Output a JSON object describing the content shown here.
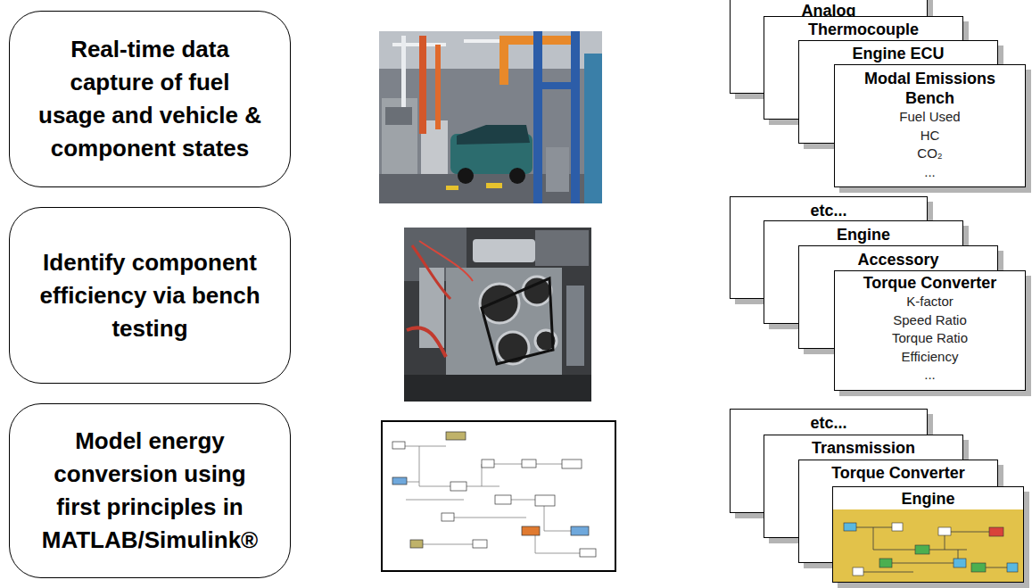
{
  "diagram": {
    "nodes": [
      {
        "text": [
          "Real-time data capture of fuel usage and vehicle & component states"
        ]
      },
      {
        "text": [
          "Analog"
        ]
      },
      {
        "text": [
          "Thermocouple"
        ]
      },
      {
        "text": [
          "Engine ECU"
        ]
      },
      {
        "text": [
          "Modal Emissions Bench",
          "Fuel Used",
          "HC",
          "CO₂",
          "..."
        ]
      },
      {
        "text": [
          "Identify component efficiency via bench testing"
        ]
      },
      {
        "text": [
          "etc..."
        ]
      },
      {
        "text": [
          "Engine"
        ]
      },
      {
        "text": [
          "Accessory"
        ]
      },
      {
        "text": [
          "Torque Converter",
          "K-factor",
          "Speed Ratio",
          "Torque Ratio",
          "Efficiency",
          "..."
        ]
      },
      {
        "text": [
          "Model energy conversion using first principles in MATLAB/Simulink®"
        ]
      },
      {
        "text": [
          "etc..."
        ]
      },
      {
        "text": [
          "Transmission"
        ]
      },
      {
        "text": [
          "Torque Converter"
        ]
      },
      {
        "text": [
          "Engine"
        ]
      }
    ]
  }
}
